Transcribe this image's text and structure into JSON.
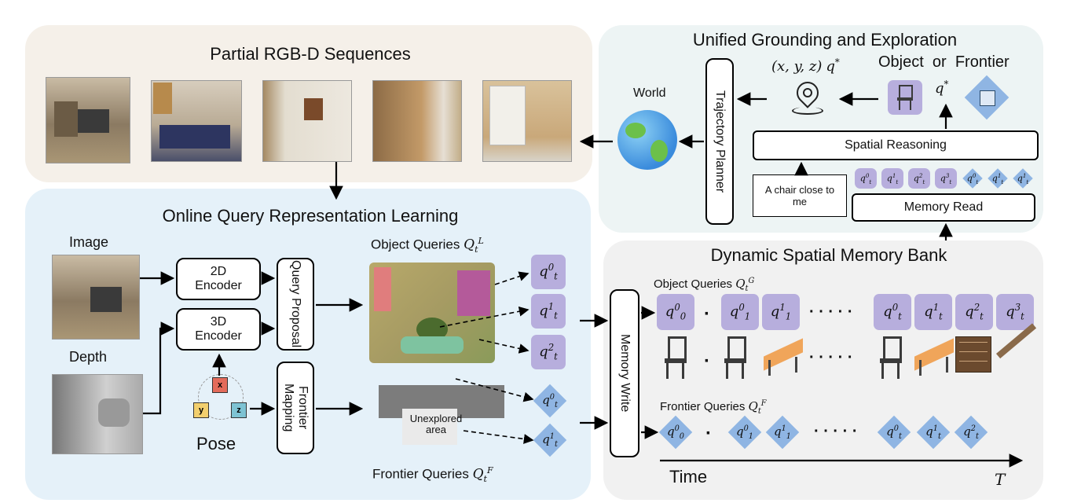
{
  "panels": {
    "rgbd": {
      "title": "Partial RGB-D Sequences",
      "color": "#f5f0e9"
    },
    "online": {
      "title": "Online Query Representation Learning",
      "color": "#e5f1f9"
    },
    "unified": {
      "title": "Unified Grounding and Exploration",
      "color": "#edf4f4"
    },
    "memory": {
      "title": "Dynamic Spatial Memory Bank",
      "color": "#f1f1f1"
    }
  },
  "inputs": {
    "image_label": "Image",
    "depth_label": "Depth",
    "pose_label": "Pose"
  },
  "modules": {
    "encoder2d": "2D Encoder",
    "encoder3d": "3D Encoder",
    "query_proposal": "Query Proposal",
    "frontier_mapping": "Frontier Mapping",
    "memory_write": "Memory Write",
    "trajectory_planner": "Trajectory Planner",
    "spatial_reasoning": "Spatial Reasoning",
    "memory_read": "Memory Read"
  },
  "labels": {
    "object_queries_local": "Object Queries",
    "object_queries_local_sym": "Q",
    "object_queries_local_sub": "t",
    "object_queries_local_sup": "L",
    "frontier_queries": "Frontier Queries",
    "frontier_queries_sym": "Q",
    "frontier_queries_sub": "t",
    "frontier_queries_sup": "F",
    "object_queries_global": "Object Queries",
    "object_queries_global_sym": "Q",
    "object_queries_global_sub": "t",
    "object_queries_global_sup": "G",
    "frontier_queries_mem": "Frontier Queries",
    "frontier_queries_mem_sym": "Q",
    "frontier_queries_mem_sub": "t",
    "frontier_queries_mem_sup": "F",
    "unexplored": "Unexplored area",
    "world": "World",
    "object_or_frontier": "Object  or  Frontier",
    "coords": "(x, y, z)",
    "qstar": "q",
    "qstar_sup": "*",
    "instruction": "A chair close to me",
    "time": "Time",
    "T": "T",
    "axis_x": "x",
    "axis_y": "y",
    "axis_z": "z",
    "ellipsis": "· · · · ·",
    "dot": "·"
  },
  "colors": {
    "query_purple": "#b7aedd",
    "query_blue": "#8fb5e3",
    "pose_x": "#e36b5b",
    "pose_y": "#f2cf6e",
    "pose_z": "#7ec3d3"
  },
  "queries": {
    "local_object": [
      {
        "sup": "0",
        "sub": "t"
      },
      {
        "sup": "1",
        "sub": "t"
      },
      {
        "sup": "2",
        "sub": "t"
      }
    ],
    "local_frontier": [
      {
        "sup": "0",
        "sub": "t"
      },
      {
        "sup": "1",
        "sub": "t"
      }
    ],
    "read_object": [
      {
        "sup": "0",
        "sub": "t"
      },
      {
        "sup": "1",
        "sub": "t"
      },
      {
        "sup": "2",
        "sub": "t"
      },
      {
        "sup": "3",
        "sub": "t"
      }
    ],
    "read_frontier": [
      {
        "sup": "0",
        "sub": "t"
      },
      {
        "sup": "1",
        "sub": "t"
      },
      {
        "sup": "1",
        "sub": "t"
      }
    ],
    "mem_object": [
      {
        "sup": "0",
        "sub": "0"
      },
      {
        "sup": "0",
        "sub": "1"
      },
      {
        "sup": "1",
        "sub": "1"
      },
      {
        "sup": "0",
        "sub": "t"
      },
      {
        "sup": "1",
        "sub": "t"
      },
      {
        "sup": "2",
        "sub": "t"
      },
      {
        "sup": "3",
        "sub": "t"
      }
    ],
    "mem_frontier": [
      {
        "sup": "0",
        "sub": "0"
      },
      {
        "sup": "0",
        "sub": "1"
      },
      {
        "sup": "1",
        "sub": "1"
      },
      {
        "sup": "0",
        "sub": "t"
      },
      {
        "sup": "1",
        "sub": "t"
      },
      {
        "sup": "2",
        "sub": "t"
      }
    ]
  }
}
